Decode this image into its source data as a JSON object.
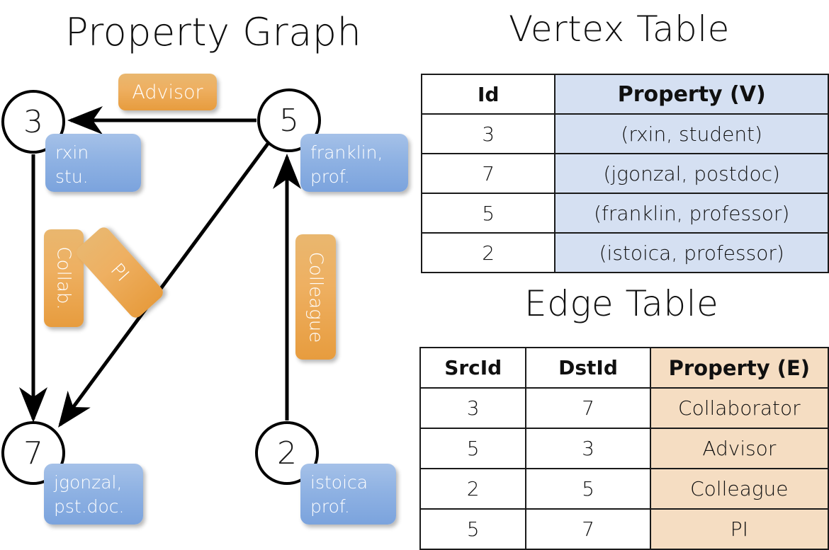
{
  "titles": {
    "property_graph": "Property Graph",
    "vertex_table": "Vertex Table",
    "edge_table": "Edge Table"
  },
  "graph": {
    "nodes": [
      {
        "id": "3",
        "property_line1": "rxin",
        "property_line2": "stu."
      },
      {
        "id": "5",
        "property_line1": "franklin,",
        "property_line2": "prof."
      },
      {
        "id": "7",
        "property_line1": "jgonzal,",
        "property_line2": "pst.doc."
      },
      {
        "id": "2",
        "property_line1": "istoica",
        "property_line2": "prof."
      }
    ],
    "edge_labels": {
      "advisor": "Advisor",
      "collab": "Collab.",
      "pi": "PI",
      "colleague": "Colleague"
    }
  },
  "vertex_table": {
    "headers": [
      "Id",
      "Property (V)"
    ],
    "rows": [
      {
        "id": "3",
        "property": "(rxin, student)"
      },
      {
        "id": "7",
        "property": "(jgonzal, postdoc)"
      },
      {
        "id": "5",
        "property": "(franklin, professor)"
      },
      {
        "id": "2",
        "property": "(istoica, professor)"
      }
    ]
  },
  "edge_table": {
    "headers": [
      "SrcId",
      "DstId",
      "Property (E)"
    ],
    "rows": [
      {
        "src": "3",
        "dst": "7",
        "property": "Collaborator"
      },
      {
        "src": "5",
        "dst": "3",
        "property": "Advisor"
      },
      {
        "src": "2",
        "dst": "5",
        "property": "Colleague"
      },
      {
        "src": "5",
        "dst": "7",
        "property": "PI"
      }
    ]
  },
  "colors": {
    "vertex_property_fill": "#d5e0f2",
    "edge_property_fill": "#f5ddc2",
    "node_box_blue": "#8fb2e3",
    "edge_label_orange": "#eeb062",
    "stroke": "#1a1a1a"
  }
}
